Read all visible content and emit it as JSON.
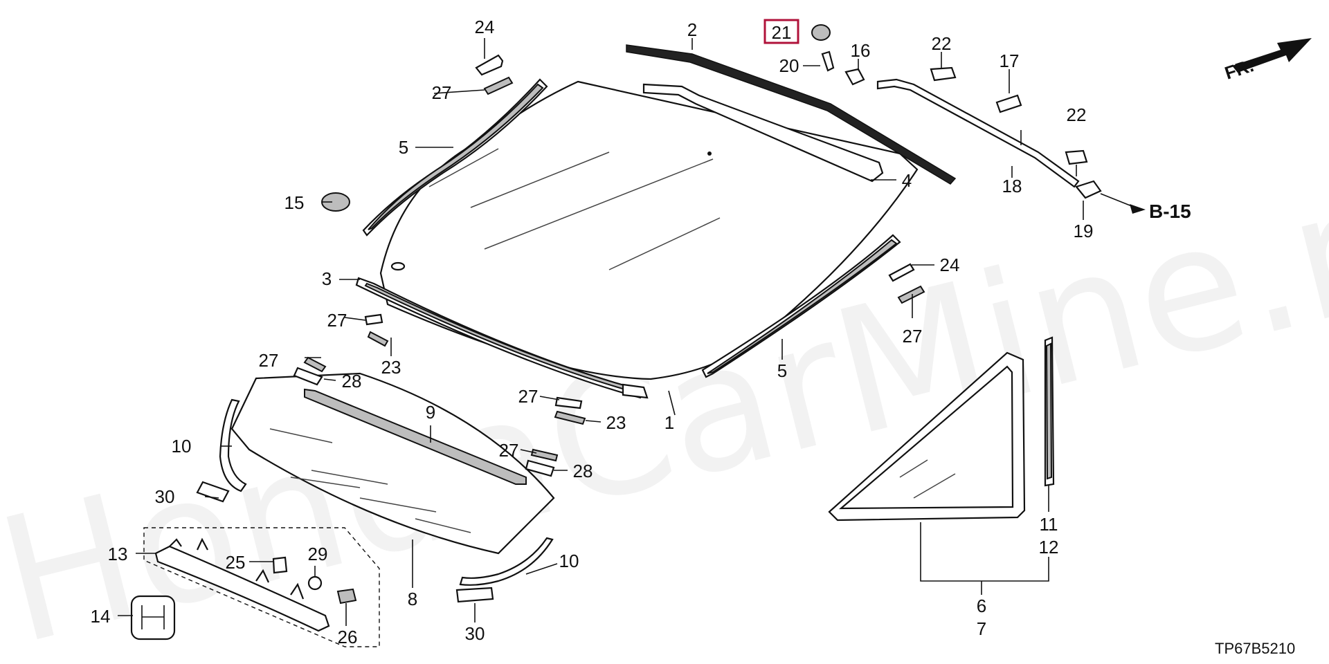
{
  "watermark": "HondaCarMine.ru",
  "direction_label": "FR.",
  "reference_label": "B-15",
  "diagram_code": "TP67B5210",
  "callouts": {
    "c1": "1",
    "c2": "2",
    "c3": "3",
    "c4": "4",
    "c5a": "5",
    "c5b": "5",
    "c6": "6",
    "c7": "7",
    "c8": "8",
    "c9": "9",
    "c10a": "10",
    "c10b": "10",
    "c11": "11",
    "c12": "12",
    "c13": "13",
    "c14": "14",
    "c15": "15",
    "c16": "16",
    "c17": "17",
    "c18": "18",
    "c19": "19",
    "c20": "20",
    "c21": "21",
    "c22a": "22",
    "c22b": "22",
    "c23a": "23",
    "c23b": "23",
    "c24a": "24",
    "c24b": "24",
    "c25": "25",
    "c26": "26",
    "c27a": "27",
    "c27b": "27",
    "c27c": "27",
    "c27d": "27",
    "c27e": "27",
    "c27f": "27",
    "c28a": "28",
    "c28b": "28",
    "c29": "29",
    "c30a": "30",
    "c30b": "30"
  },
  "highlighted_callout": "21",
  "colors": {
    "highlight_box": "#b0123a",
    "line": "#111111",
    "background": "#ffffff"
  }
}
